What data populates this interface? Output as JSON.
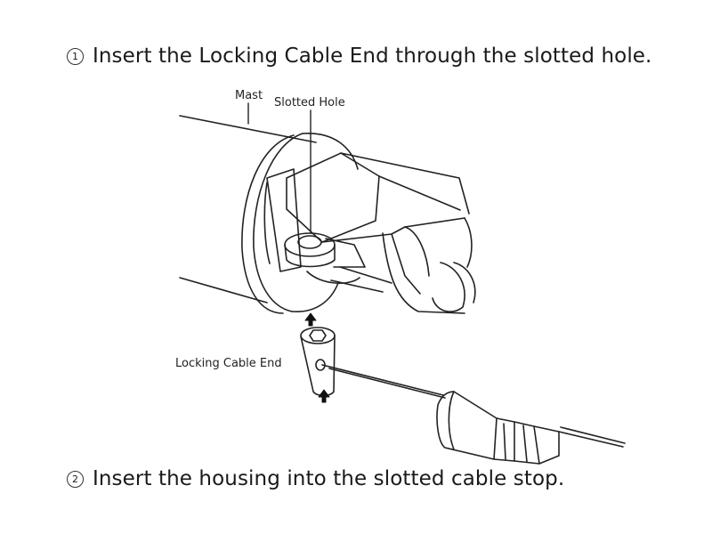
{
  "steps": [
    {
      "number": "1",
      "text": "Insert the Locking Cable End through the slotted hole."
    },
    {
      "number": "2",
      "text": "Insert the housing into the slotted cable stop."
    }
  ],
  "callouts": {
    "mast": "Mast",
    "slotted_hole": "Slotted Hole",
    "locking_cable_end": "Locking Cable End"
  }
}
